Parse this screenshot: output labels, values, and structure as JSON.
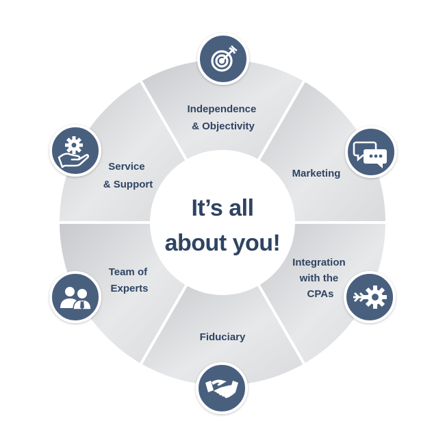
{
  "center": {
    "line1": "It’s all",
    "line2": "about you!"
  },
  "segments": [
    {
      "label_lines": [
        "Independence",
        "& Objectivity"
      ],
      "icon": "target-icon"
    },
    {
      "label_lines": [
        "Marketing"
      ],
      "icon": "chat-bubbles-icon"
    },
    {
      "label_lines": [
        "Integration",
        "with the",
        "CPAs"
      ],
      "icon": "arrow-gear-icon"
    },
    {
      "label_lines": [
        "Fiduciary"
      ],
      "icon": "handshake-icon"
    },
    {
      "label_lines": [
        "Team of",
        "Experts"
      ],
      "icon": "team-people-icon"
    },
    {
      "label_lines": [
        "Service",
        "& Support"
      ],
      "icon": "gear-hand-icon"
    }
  ],
  "colors": {
    "badge": "#4a5f7e",
    "text": "#2e4462",
    "segment_light": "#e6e7e9",
    "segment_dark": "#c4c6c9"
  }
}
